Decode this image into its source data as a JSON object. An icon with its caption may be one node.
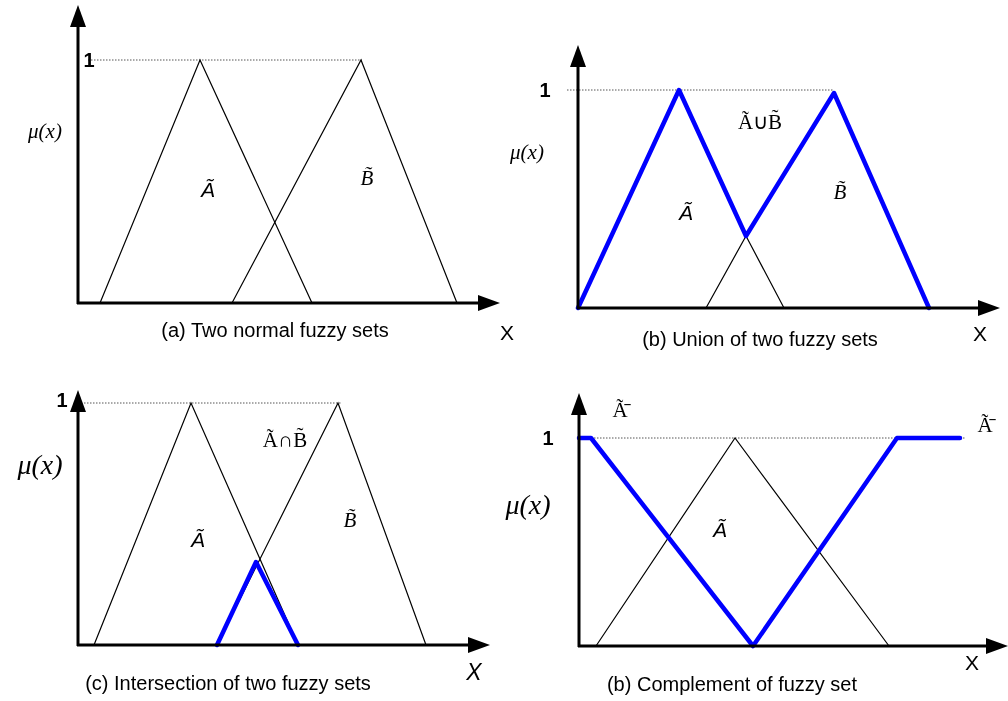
{
  "diagram": {
    "labels": [
      "1",
      "μ(x)",
      "Ã",
      "B̃",
      "(a) Two normal fuzzy sets",
      "X",
      "1",
      "Ã∪B̃",
      "μ(x)",
      "Ã",
      "B̃",
      "X",
      "(b) Union of two fuzzy sets",
      "1",
      "Ã∩B̃",
      "μ(x)",
      "Ã",
      "B̃",
      "(c) Intersection of two fuzzy sets",
      "X",
      "Ã̄",
      "Ã̄",
      "1",
      "μ(x)",
      "Ã",
      "X",
      "(b) Complement of fuzzy set"
    ]
  }
}
